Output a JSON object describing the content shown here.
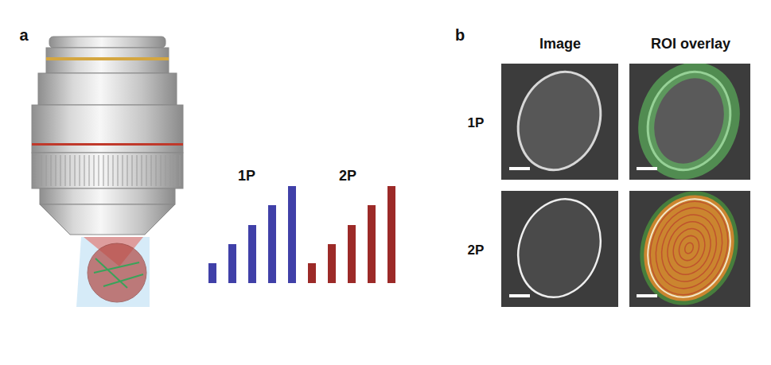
{
  "diagram": {
    "labels": [
      "a",
      "1P",
      "2P",
      "b",
      "Image",
      "ROI overlay",
      "1P",
      "2P"
    ]
  }
}
